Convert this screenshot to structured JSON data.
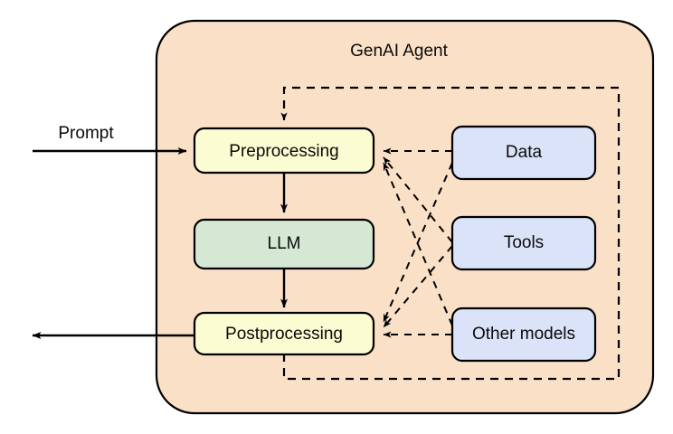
{
  "diagram": {
    "title": "GenAI Agent",
    "container": {
      "label": "GenAI Agent",
      "fill": "#fbe0c8",
      "stroke": "#000000"
    },
    "pipeline_nodes": [
      {
        "id": "preprocessing",
        "label": "Preprocessing",
        "fill": "#fcfcd2"
      },
      {
        "id": "llm",
        "label": "LLM",
        "fill": "#d5e8d4"
      },
      {
        "id": "postprocessing",
        "label": "Postprocessing",
        "fill": "#fcfcd2"
      }
    ],
    "resource_nodes": [
      {
        "id": "data",
        "label": "Data",
        "fill": "#dae3f8"
      },
      {
        "id": "tools",
        "label": "Tools",
        "fill": "#dae3f8"
      },
      {
        "id": "other-models",
        "label": "Other models",
        "fill": "#dae3f8"
      }
    ],
    "edges": {
      "input_label": "Prompt",
      "output_label": ""
    },
    "colors": {
      "yellow": "#fcfcd2",
      "green": "#d5e8d4",
      "blue": "#dae3f8",
      "peach": "#fbe0c8",
      "line": "#000000"
    }
  }
}
